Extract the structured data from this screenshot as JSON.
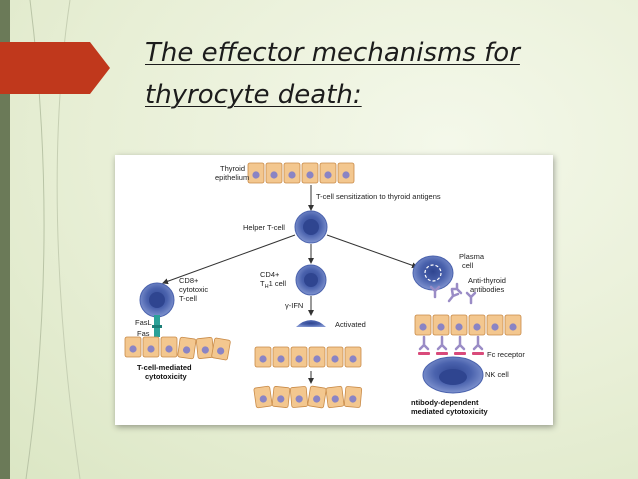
{
  "slide": {
    "title_line1": "The effector mechanisms for",
    "title_line2": "thyrocyte death:"
  },
  "diagram": {
    "thyroid_epithelium": [
      "Thyroid",
      "epithelium"
    ],
    "sensitization": "T-cell sensitization to thyroid antigens",
    "helper_t_cell": "Helper T-cell",
    "cd8": [
      "CD8+",
      "cytotoxic",
      "T-cell"
    ],
    "fasl": "FasL",
    "fas": "Fas",
    "cd4_line1": "CD4+",
    "cd4_line2_prefix": "T",
    "cd4_line2_sub": "H",
    "cd4_line2_suffix": "1 cell",
    "ifn": "γ-IFN",
    "activated": "Activated",
    "plasma_cell": [
      "Plasma",
      "cell"
    ],
    "anti_thyroid": [
      "Anti-thyroid",
      "antibodies"
    ],
    "fc_receptor": "Fc receptor",
    "nk_cell": "NK cell",
    "t_cell_mediated": [
      "T-cell-mediated",
      "cytotoxicity"
    ],
    "antibody_dependent": [
      "ntibody-dependent",
      "mediated cytotoxicity"
    ]
  },
  "colors": {
    "cell_fill": "#f3c78f",
    "cell_stroke": "#c98b48",
    "nucleus": "#8a84c4",
    "lymph_outer": "#5c73b8",
    "lymph_inner": "#2f4590",
    "antibody": "#9a8cc6",
    "accent": "#c0381c"
  }
}
